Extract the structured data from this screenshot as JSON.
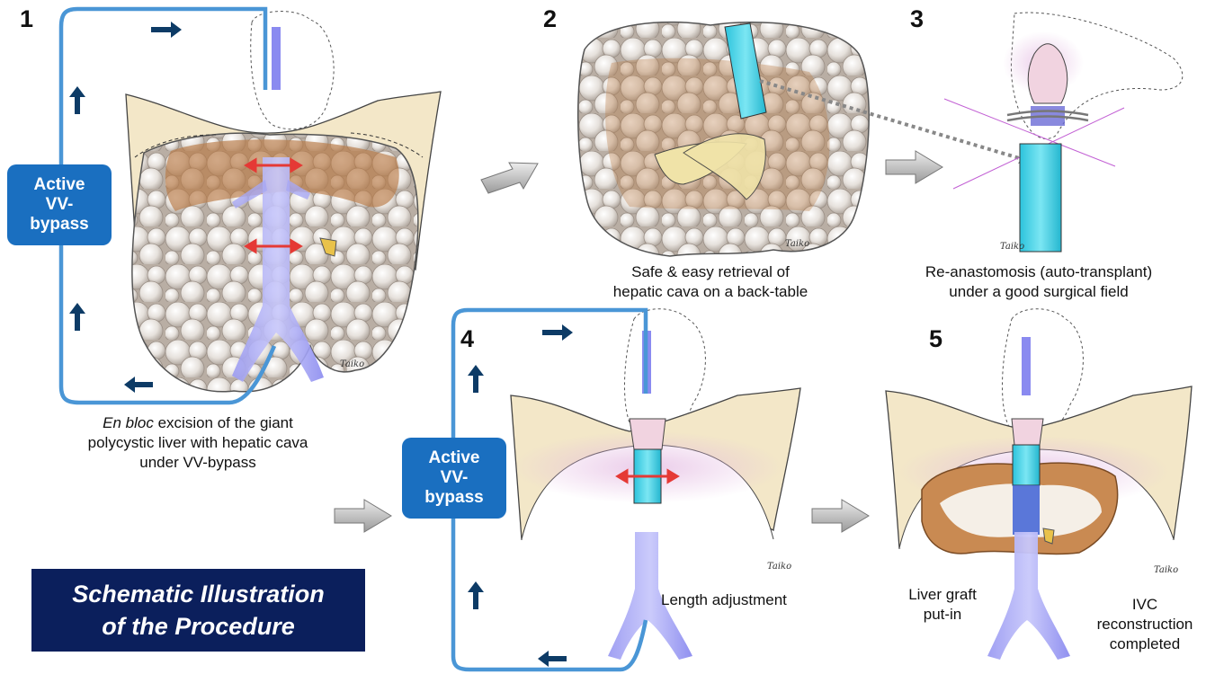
{
  "steps": [
    "1",
    "2",
    "3",
    "4",
    "5"
  ],
  "captions": {
    "step1_italic": "En bloc",
    "step1_line1": " excision of the giant",
    "step1_line2": "polycystic liver with hepatic cava",
    "step1_line3": "under VV-bypass",
    "step2_line1": "Safe & easy retrieval of",
    "step2_line2": "hepatic cava on a back-table",
    "step3_line1": "Re-anastomosis (auto-transplant)",
    "step3_line2": "under a good surgical field",
    "step4_label": "Length adjustment",
    "step5_left_line1": "Liver graft",
    "step5_left_line2": "put-in",
    "step5_right_line1": "IVC",
    "step5_right_line2": "reconstruction",
    "step5_right_line3": "completed"
  },
  "bypass_label": {
    "line1": "Active",
    "line2": "VV-",
    "line3": "bypass"
  },
  "title": {
    "line1": "Schematic Illustration",
    "line2": "of the Procedure"
  },
  "signature": "Taiko",
  "colors": {
    "bypass_box": "#1a6fc0",
    "bypass_line": "#4a96d6",
    "flow_arrow": "#0d3b66",
    "title_box": "#0b1f5c",
    "vein": "#8a8af0",
    "graft_cava": "#3fd0e6",
    "cyst": "#dcd6d0",
    "liver": "#b97a45",
    "diaphragm": "#f3e7c8",
    "measure_arrow": "#e53935",
    "step_arrow": "#b5b5b5"
  }
}
